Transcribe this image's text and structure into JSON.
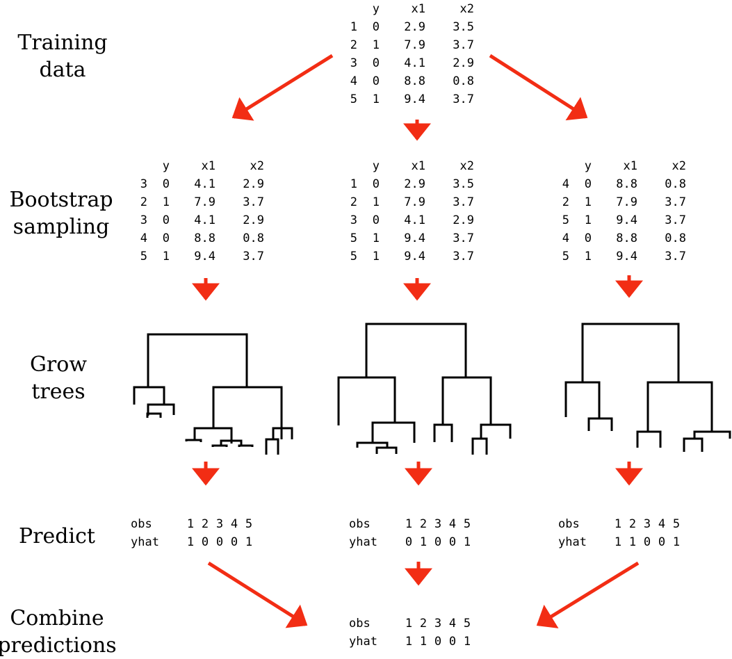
{
  "colors": {
    "arrow": "#f22d14",
    "text": "#000000"
  },
  "stages": {
    "training": [
      "Training",
      "data"
    ],
    "bootstrap": [
      "Bootstrap",
      "sampling"
    ],
    "grow": [
      "Grow",
      "trees"
    ],
    "predict": [
      "Predict"
    ],
    "combine": [
      "Combine",
      "predictions"
    ]
  },
  "headers": {
    "y": "y",
    "x1": "x1",
    "x2": "x2"
  },
  "training_data": [
    [
      "1",
      "0",
      "2.9",
      "3.5"
    ],
    [
      "2",
      "1",
      "7.9",
      "3.7"
    ],
    [
      "3",
      "0",
      "4.1",
      "2.9"
    ],
    [
      "4",
      "0",
      "8.8",
      "0.8"
    ],
    [
      "5",
      "1",
      "9.4",
      "3.7"
    ]
  ],
  "bootstrap_samples": [
    [
      [
        "3",
        "0",
        "4.1",
        "2.9"
      ],
      [
        "2",
        "1",
        "7.9",
        "3.7"
      ],
      [
        "3",
        "0",
        "4.1",
        "2.9"
      ],
      [
        "4",
        "0",
        "8.8",
        "0.8"
      ],
      [
        "5",
        "1",
        "9.4",
        "3.7"
      ]
    ],
    [
      [
        "1",
        "0",
        "2.9",
        "3.5"
      ],
      [
        "2",
        "1",
        "7.9",
        "3.7"
      ],
      [
        "3",
        "0",
        "4.1",
        "2.9"
      ],
      [
        "5",
        "1",
        "9.4",
        "3.7"
      ],
      [
        "5",
        "1",
        "9.4",
        "3.7"
      ]
    ],
    [
      [
        "4",
        "0",
        "8.8",
        "0.8"
      ],
      [
        "2",
        "1",
        "7.9",
        "3.7"
      ],
      [
        "5",
        "1",
        "9.4",
        "3.7"
      ],
      [
        "4",
        "0",
        "8.8",
        "0.8"
      ],
      [
        "5",
        "1",
        "9.4",
        "3.7"
      ]
    ]
  ],
  "prediction_labels": {
    "obs": "obs",
    "yhat": "yhat"
  },
  "obs": [
    "1",
    "2",
    "3",
    "4",
    "5"
  ],
  "predictions": [
    [
      "1",
      "0",
      "0",
      "0",
      "1"
    ],
    [
      "0",
      "1",
      "0",
      "0",
      "1"
    ],
    [
      "1",
      "1",
      "0",
      "0",
      "1"
    ]
  ],
  "combined_prediction": [
    "1",
    "1",
    "0",
    "0",
    "1"
  ]
}
